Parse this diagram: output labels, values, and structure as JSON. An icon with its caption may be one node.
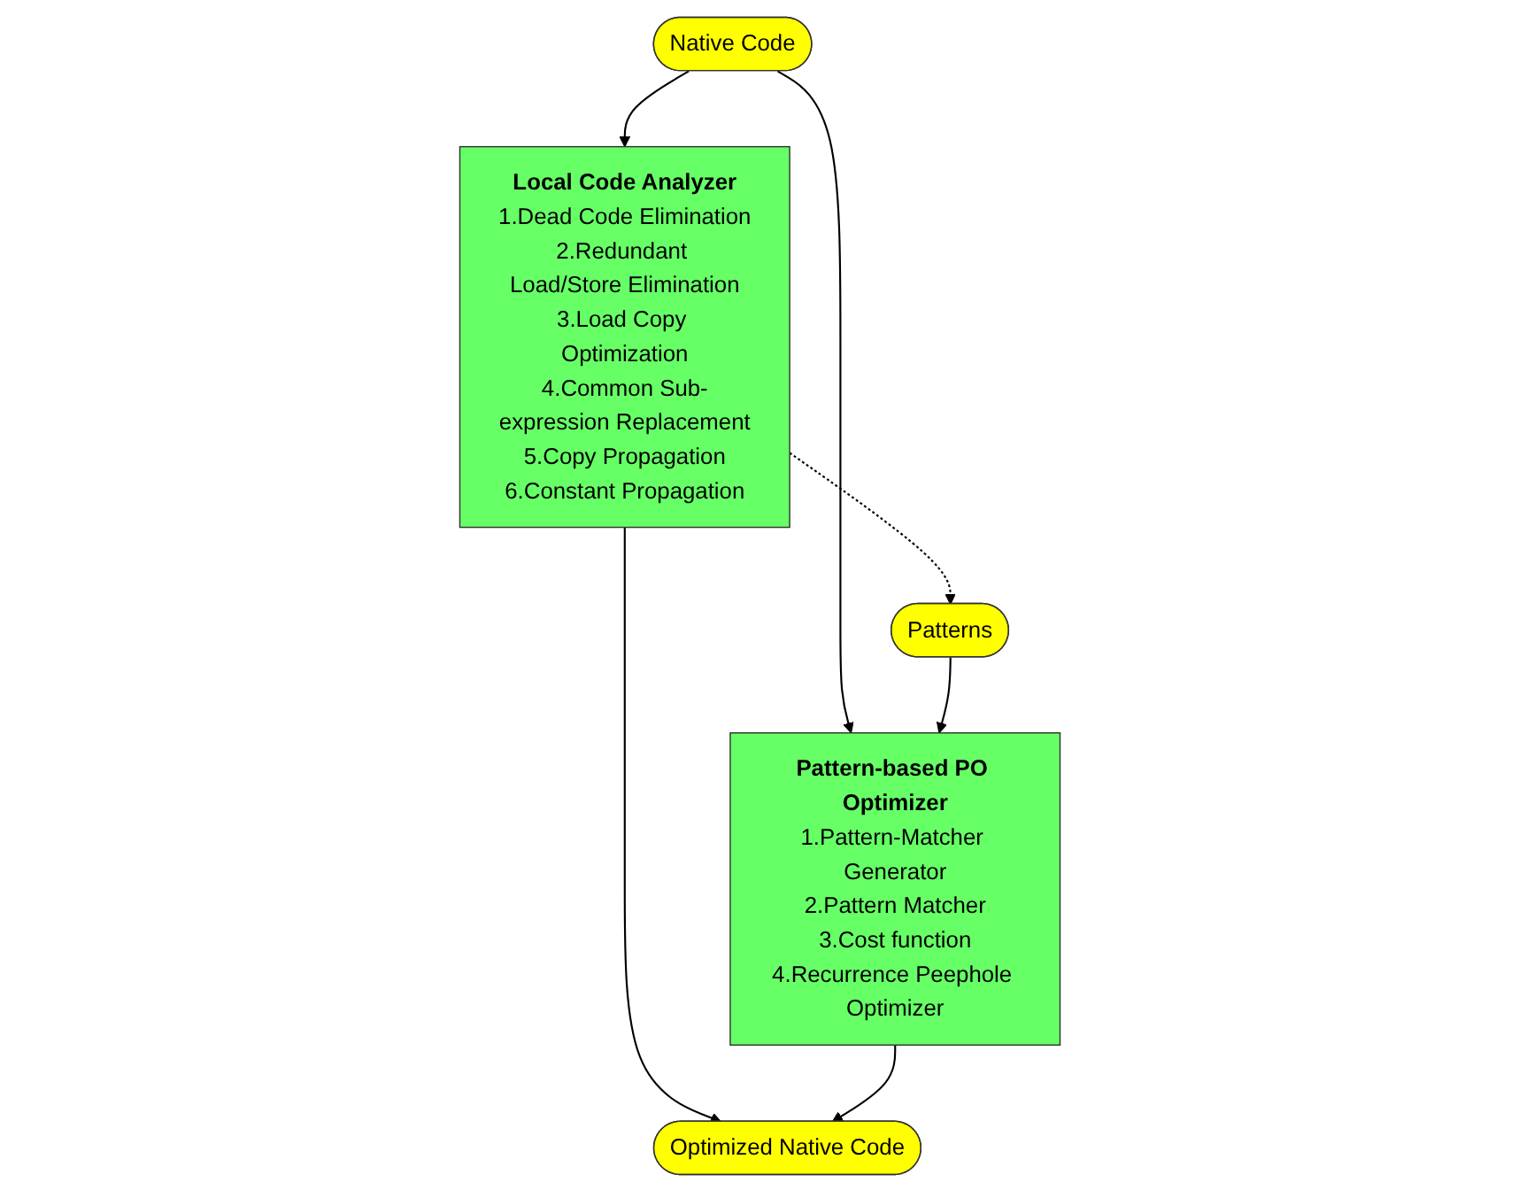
{
  "diagram": {
    "nodes": [
      {
        "text": [
          "Native Code"
        ]
      },
      {
        "text": [
          "Local Code Analyzer",
          "1.Dead Code Elimination",
          "2.Redundant Load/Store Elimination",
          "3.Load Copy Optimization",
          "4.Common Sub-expression Replacement",
          "5.Copy Propagation",
          "6.Constant Propagation"
        ]
      },
      {
        "text": [
          "Patterns"
        ]
      },
      {
        "text": [
          "Pattern-based PO Optimizer",
          "1.Pattern-Matcher Generator",
          "2.Pattern Matcher",
          "3.Cost function",
          "4.Recurrence Peephole Optimizer"
        ]
      },
      {
        "text": [
          "Optimized Native Code"
        ]
      }
    ],
    "edges": [
      {
        "from": 0,
        "to": 1,
        "arrow": "to"
      },
      {
        "from": 0,
        "to": 3,
        "arrow": "to"
      },
      {
        "from": 1,
        "to": 2,
        "arrow": "to",
        "style": "dashed"
      },
      {
        "from": 2,
        "to": 3,
        "arrow": "to"
      },
      {
        "from": 1,
        "to": 4,
        "arrow": "to"
      },
      {
        "from": 3,
        "to": 4,
        "arrow": "to"
      }
    ]
  }
}
